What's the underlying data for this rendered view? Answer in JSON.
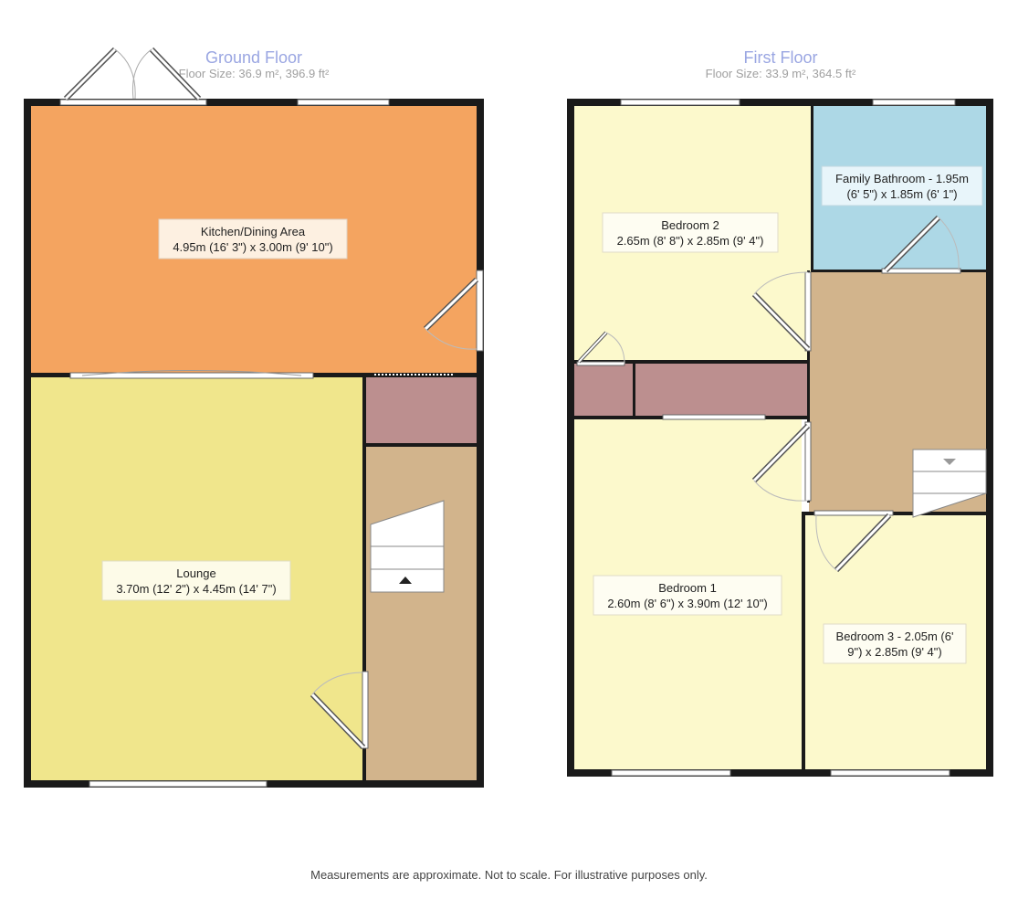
{
  "colors": {
    "wall": "#1a1a1a",
    "kitchen": "#f4a460",
    "lounge": "#f0e68c",
    "hall": "#d2b48c",
    "utility": "#bc8f8f",
    "bedroom": "#fcf9cc",
    "bathroom": "#add8e6",
    "floor_title": "#9aa6e2"
  },
  "ground_floor": {
    "title": "Ground Floor",
    "size": "Floor Size: 36.9 m², 396.9 ft²",
    "kitchen": {
      "name": "Kitchen/Dining Area",
      "dims": "4.95m (16' 3\") x 3.00m (9' 10\")"
    },
    "lounge": {
      "name": "Lounge",
      "dims": "3.70m (12' 2\") x 4.45m (14' 7\")"
    }
  },
  "first_floor": {
    "title": "First Floor",
    "size": "Floor Size: 33.9 m², 364.5 ft²",
    "bedroom2": {
      "name": "Bedroom 2",
      "dims": "2.65m (8' 8\") x 2.85m (9' 4\")"
    },
    "bathroom": {
      "line1": "Family Bathroom - 1.95m",
      "line2": "(6' 5\") x 1.85m (6' 1\")"
    },
    "bedroom1": {
      "name": "Bedroom 1",
      "dims": "2.60m (8' 6\") x 3.90m (12' 10\")"
    },
    "bedroom3": {
      "line1": "Bedroom 3 - 2.05m (6'",
      "line2": "9\") x 2.85m (9' 4\")"
    }
  },
  "footer": "Measurements are approximate. Not to scale. For illustrative purposes only."
}
